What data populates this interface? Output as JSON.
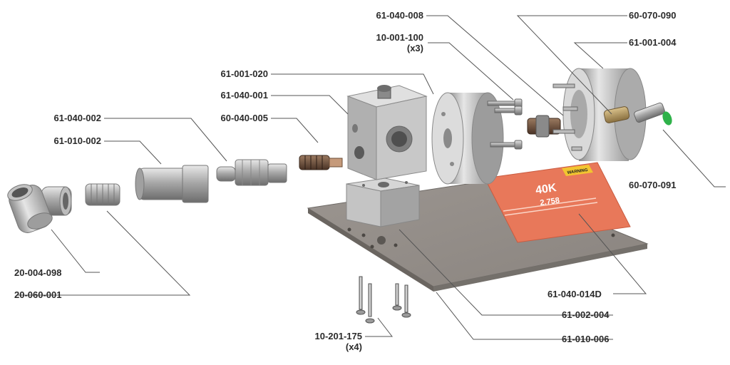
{
  "diagram": {
    "callouts": {
      "p61_040_008": "61-040-008",
      "p10_001_100": "10-001-100",
      "p10_001_100_qty": "(x3)",
      "p60_070_090": "60-070-090",
      "p61_001_004": "61-001-004",
      "p61_001_020": "61-001-020",
      "p61_040_001": "61-040-001",
      "p60_040_005": "60-040-005",
      "p61_040_002": "61-040-002",
      "p61_010_002": "61-010-002",
      "p60_070_091": "60-070-091",
      "p20_004_098": "20-004-098",
      "p20_060_001": "20-060-001",
      "p61_040_014D": "61-040-014D",
      "p61_002_004": "61-002-004",
      "p10_201_175": "10-201-175",
      "p10_201_175_qty": "(x4)",
      "p61_010_006": "61-010-006"
    },
    "label_plate": {
      "warning": "WARNING",
      "big_number": "40K",
      "model": "2.758"
    }
  }
}
